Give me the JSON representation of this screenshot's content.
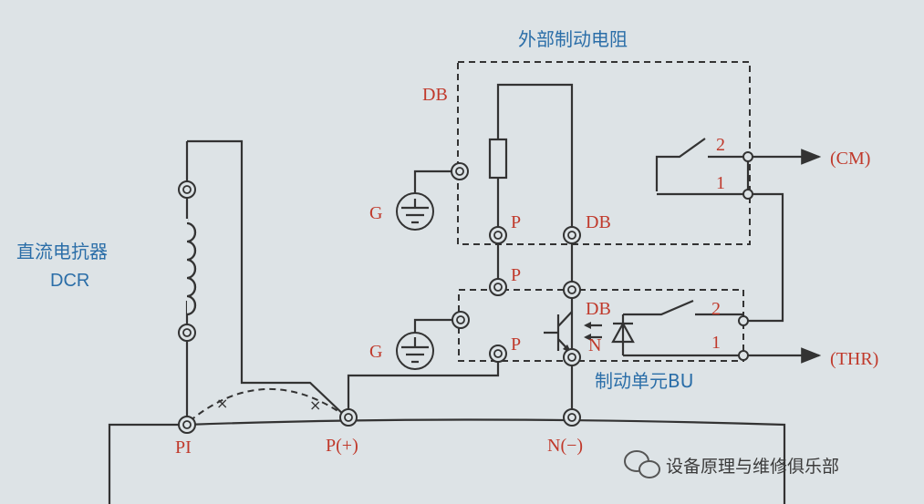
{
  "labels": {
    "external_resistor": "外部制动电阻",
    "dcr_cn": "直流电抗器",
    "dcr_en": "DCR",
    "db_top": "DB",
    "g_top": "G",
    "p_top": "P",
    "db_mid": "DB",
    "p_mid": "P",
    "db_unit": "DB",
    "g_bottom": "G",
    "p_bottom": "P",
    "n_unit": "N",
    "brake_unit": "制动单元BU",
    "pi": "PI",
    "p_plus": "P(+)",
    "n_minus": "N(−)",
    "cm": "(CM)",
    "thr": "(THR)",
    "t2_top": "2",
    "t1_top": "1",
    "t2_bottom": "2",
    "t1_bottom": "1",
    "x1": "×",
    "x2": "×"
  },
  "watermark": {
    "text": "设备原理与维修俱乐部",
    "icon": "wechat-icon"
  },
  "colors": {
    "red_label": "#c0392b",
    "blue_label": "#2b6ea8",
    "wire": "#333333"
  }
}
